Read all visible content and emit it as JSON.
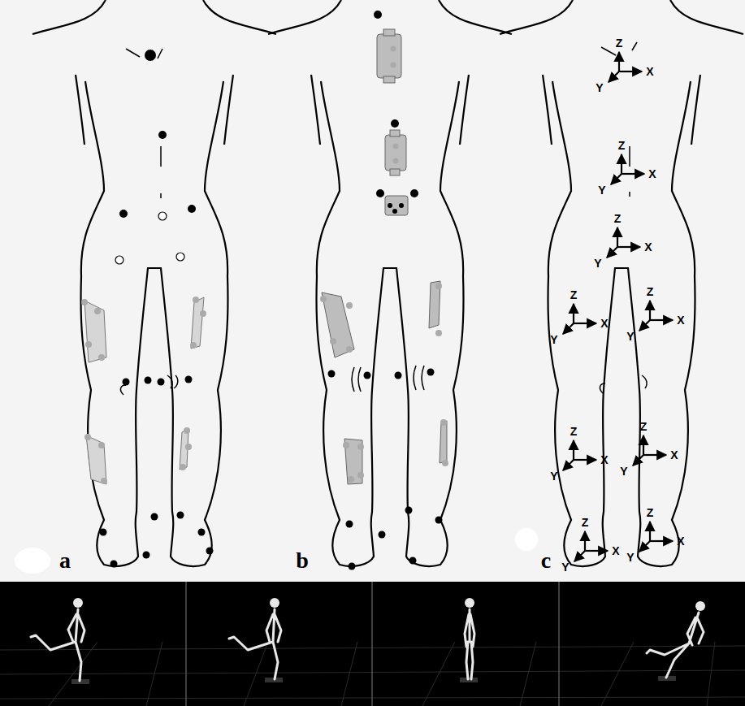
{
  "diagram": {
    "labels": [
      "a",
      "b",
      "c",
      "Z",
      "X",
      "Y",
      "Z",
      "X",
      "Y",
      "Z",
      "X",
      "Y",
      "Z",
      "X",
      "Y",
      "Z",
      "X",
      "Y",
      "Z",
      "X",
      "Y",
      "Z",
      "X",
      "Y",
      "Z",
      "X",
      "Y",
      "Z",
      "X",
      "Y"
    ]
  }
}
